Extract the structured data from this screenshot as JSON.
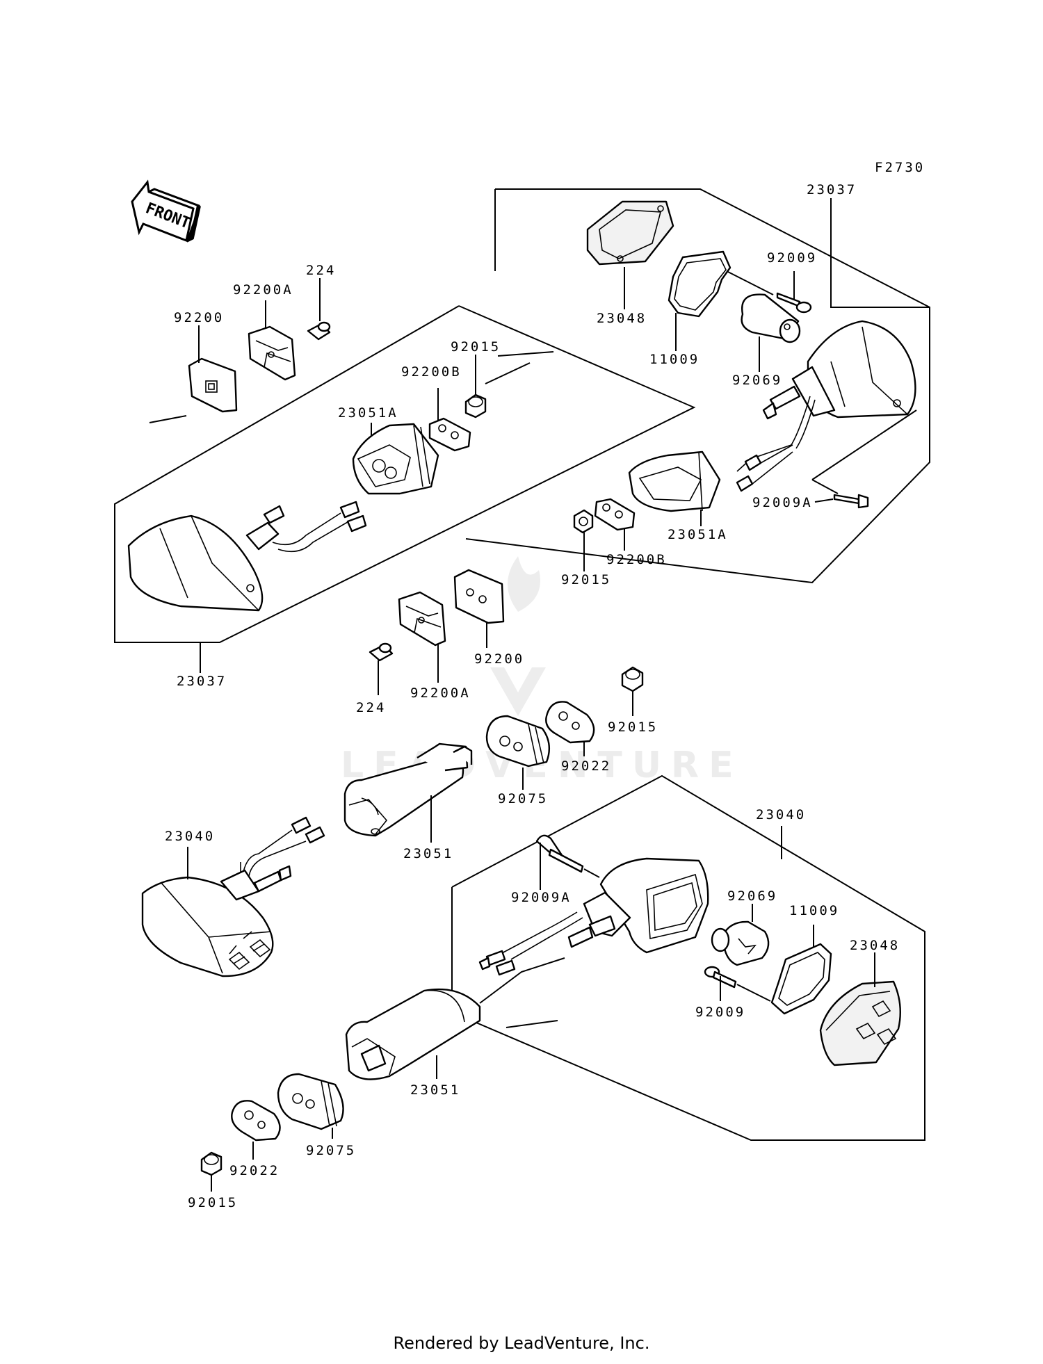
{
  "figure_code": "F2730",
  "front_label": "FRONT",
  "watermark": "LEADVENTURE",
  "footer": "Rendered by LeadVenture, Inc.",
  "callouts": [
    {
      "id": "c-23037-top",
      "text": "23037"
    },
    {
      "id": "c-92009-top",
      "text": "92009"
    },
    {
      "id": "c-23048-top",
      "text": "23048"
    },
    {
      "id": "c-11009-top",
      "text": "11009"
    },
    {
      "id": "c-92069-top",
      "text": "92069"
    },
    {
      "id": "c-92009a-top",
      "text": "92009A"
    },
    {
      "id": "c-23051a-right",
      "text": "23051A"
    },
    {
      "id": "c-92200b-right",
      "text": "92200B"
    },
    {
      "id": "c-92015-right",
      "text": "92015"
    },
    {
      "id": "c-224-top",
      "text": "224"
    },
    {
      "id": "c-92200a-top",
      "text": "92200A"
    },
    {
      "id": "c-92200-top",
      "text": "92200"
    },
    {
      "id": "c-92015-top",
      "text": "92015"
    },
    {
      "id": "c-92200b-top",
      "text": "92200B"
    },
    {
      "id": "c-23051a-left",
      "text": "23051A"
    },
    {
      "id": "c-23037-left",
      "text": "23037"
    },
    {
      "id": "c-92200-mid",
      "text": "92200"
    },
    {
      "id": "c-92200a-mid",
      "text": "92200A"
    },
    {
      "id": "c-224-mid",
      "text": "224"
    },
    {
      "id": "c-92015-mid",
      "text": "92015"
    },
    {
      "id": "c-92022-mid",
      "text": "92022"
    },
    {
      "id": "c-92075-mid",
      "text": "92075"
    },
    {
      "id": "c-23040-left",
      "text": "23040"
    },
    {
      "id": "c-23051-mid",
      "text": "23051"
    },
    {
      "id": "c-23040-right",
      "text": "23040"
    },
    {
      "id": "c-92009a-low",
      "text": "92009A"
    },
    {
      "id": "c-92069-low",
      "text": "92069"
    },
    {
      "id": "c-11009-low",
      "text": "11009"
    },
    {
      "id": "c-23048-low",
      "text": "23048"
    },
    {
      "id": "c-92009-low",
      "text": "92009"
    },
    {
      "id": "c-23051-low",
      "text": "23051"
    },
    {
      "id": "c-92075-low",
      "text": "92075"
    },
    {
      "id": "c-92022-low",
      "text": "92022"
    },
    {
      "id": "c-92015-low",
      "text": "92015"
    }
  ]
}
